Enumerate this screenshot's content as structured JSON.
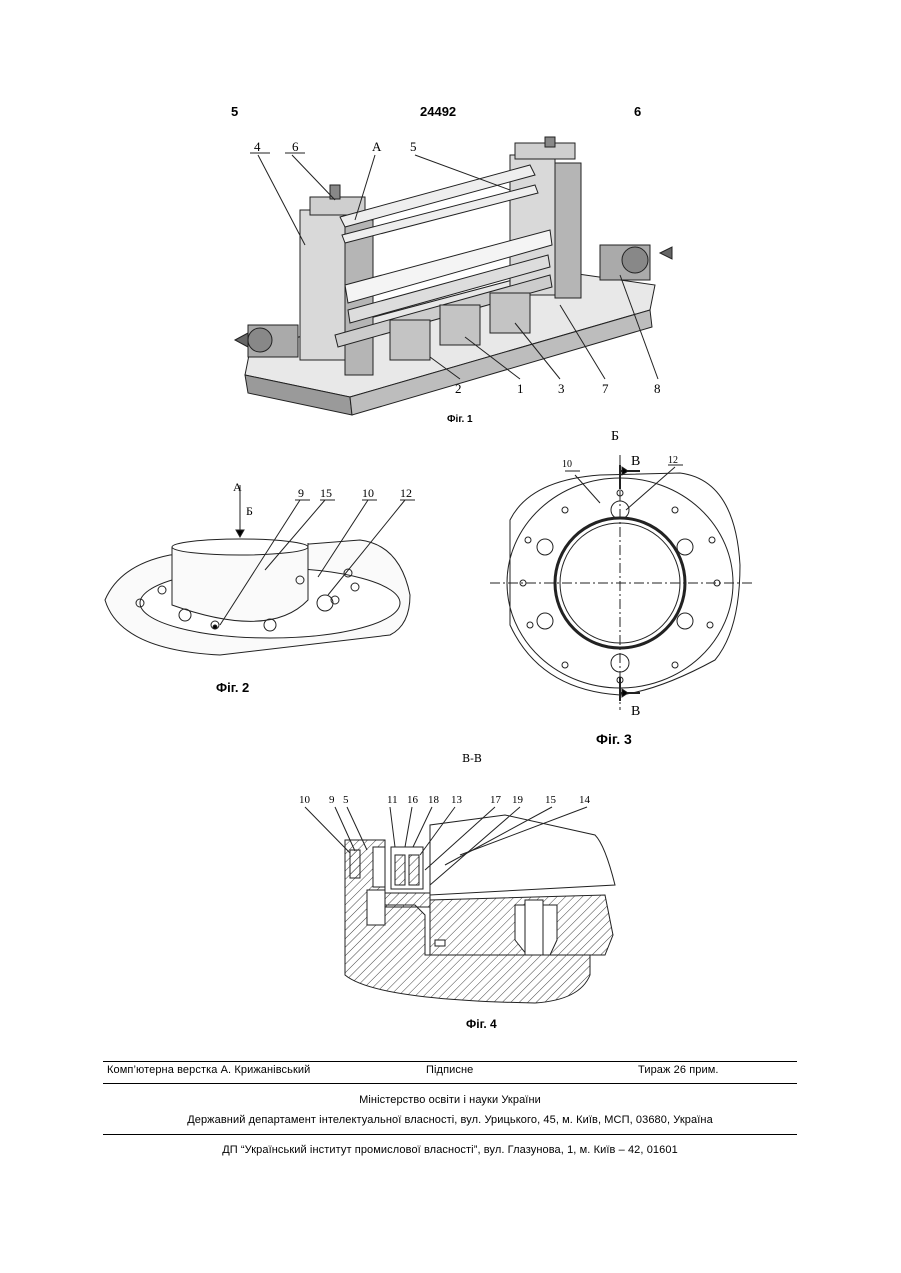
{
  "header": {
    "page_left": "5",
    "patent_number": "24492",
    "page_right": "6"
  },
  "figures": {
    "fig1": {
      "caption": "Фіг. 1",
      "labels": [
        "4",
        "6",
        "А",
        "5",
        "2",
        "1",
        "3",
        "7",
        "8"
      ]
    },
    "fig2": {
      "caption": "Фіг. 2",
      "view_label": "А",
      "arrow_label": "Б",
      "labels": [
        "9",
        "15",
        "10",
        "12"
      ]
    },
    "fig3": {
      "caption": "Фіг. 3",
      "view_label": "Б",
      "labels": [
        "10",
        "12"
      ],
      "section_top": "В",
      "section_bottom": "В"
    },
    "fig4": {
      "caption": "Фіг. 4",
      "section_label": "В-В",
      "labels": [
        "10",
        "9",
        "5",
        "11",
        "16",
        "18",
        "13",
        "17",
        "19",
        "15",
        "14"
      ]
    }
  },
  "footer": {
    "typesetter": "Комп’ютерна верстка А. Крижанівський",
    "signed": "Підписне",
    "circulation": "Тираж 26 прим.",
    "ministry": "Міністерство освіти і науки України",
    "department": "Державний департамент інтелектуальної власності, вул. Урицького, 45, м. Київ, МСП, 03680, Україна",
    "institute": "ДП “Український інститут промислової власності”, вул. Глазунова, 1, м. Київ – 42, 01601"
  }
}
